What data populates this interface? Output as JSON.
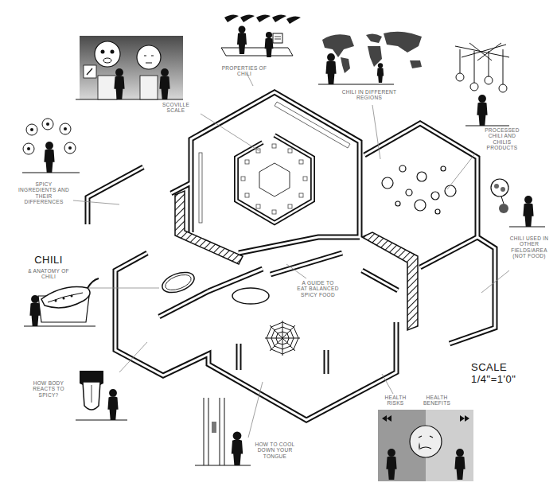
{
  "diagram": {
    "labels": [
      "PROPERTIES OF CHILI",
      "SCOVILLE SCALE",
      "CHILI IN DIFFERENT REGIONS",
      "PROCESSED CHILI AND CHILIS PRODUCTS",
      "SPICY INGREDIENTS AND THEIR DIFFERENCES",
      "CHILI USED IN OTHER FIELDS/AREA (NOT FOOD)",
      "CHILI",
      "& ANATOMY OF CHILI",
      "A GUIDE TO EAT BALANCED SPICY FOOD",
      "HOW BODY REACTS TO SPICY?",
      "HOW TO COOL DOWN YOUR TONGUE",
      "HEALTH RISKS",
      "HEALTH BENEFITS",
      "SCALE",
      "1/4\"=1'0\""
    ]
  }
}
